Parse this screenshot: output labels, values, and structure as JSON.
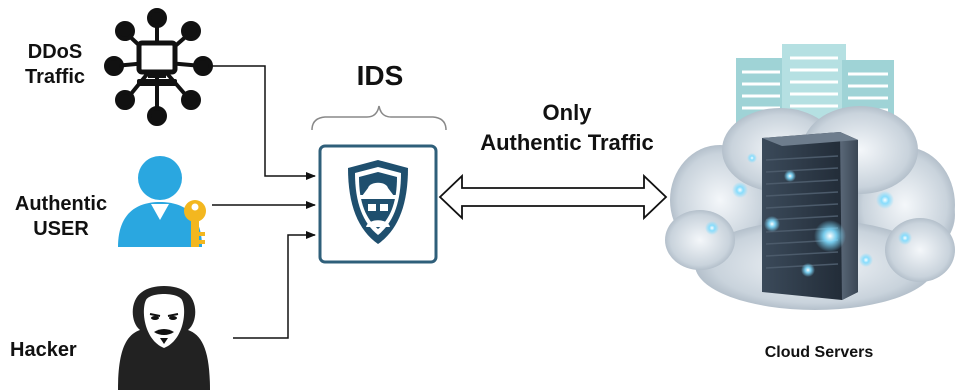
{
  "nodes": {
    "ddos": {
      "line1": "DDoS",
      "line2": "Traffic",
      "icon": "network-computer-icon"
    },
    "user": {
      "line1": "Authentic",
      "line2": "USER",
      "icon": "user-with-key-icon"
    },
    "hacker": {
      "label": "Hacker",
      "icon": "masked-hacker-icon"
    },
    "ids": {
      "label": "IDS",
      "icon": "shield-spy-icon"
    },
    "cloud": {
      "label": "Cloud Servers",
      "icon": "cloud-server-icon"
    }
  },
  "connection": {
    "line1": "Only",
    "line2": "Authentic Traffic",
    "type": "bidirectional-arrow"
  },
  "colors": {
    "ids_border": "#2f5f7a",
    "shield": "#1f4f6e",
    "user": "#2aa7e0",
    "key": "#f3b71f",
    "building": "#9fd3d6",
    "server": "#2c3947",
    "glow": "#7fdcff"
  }
}
